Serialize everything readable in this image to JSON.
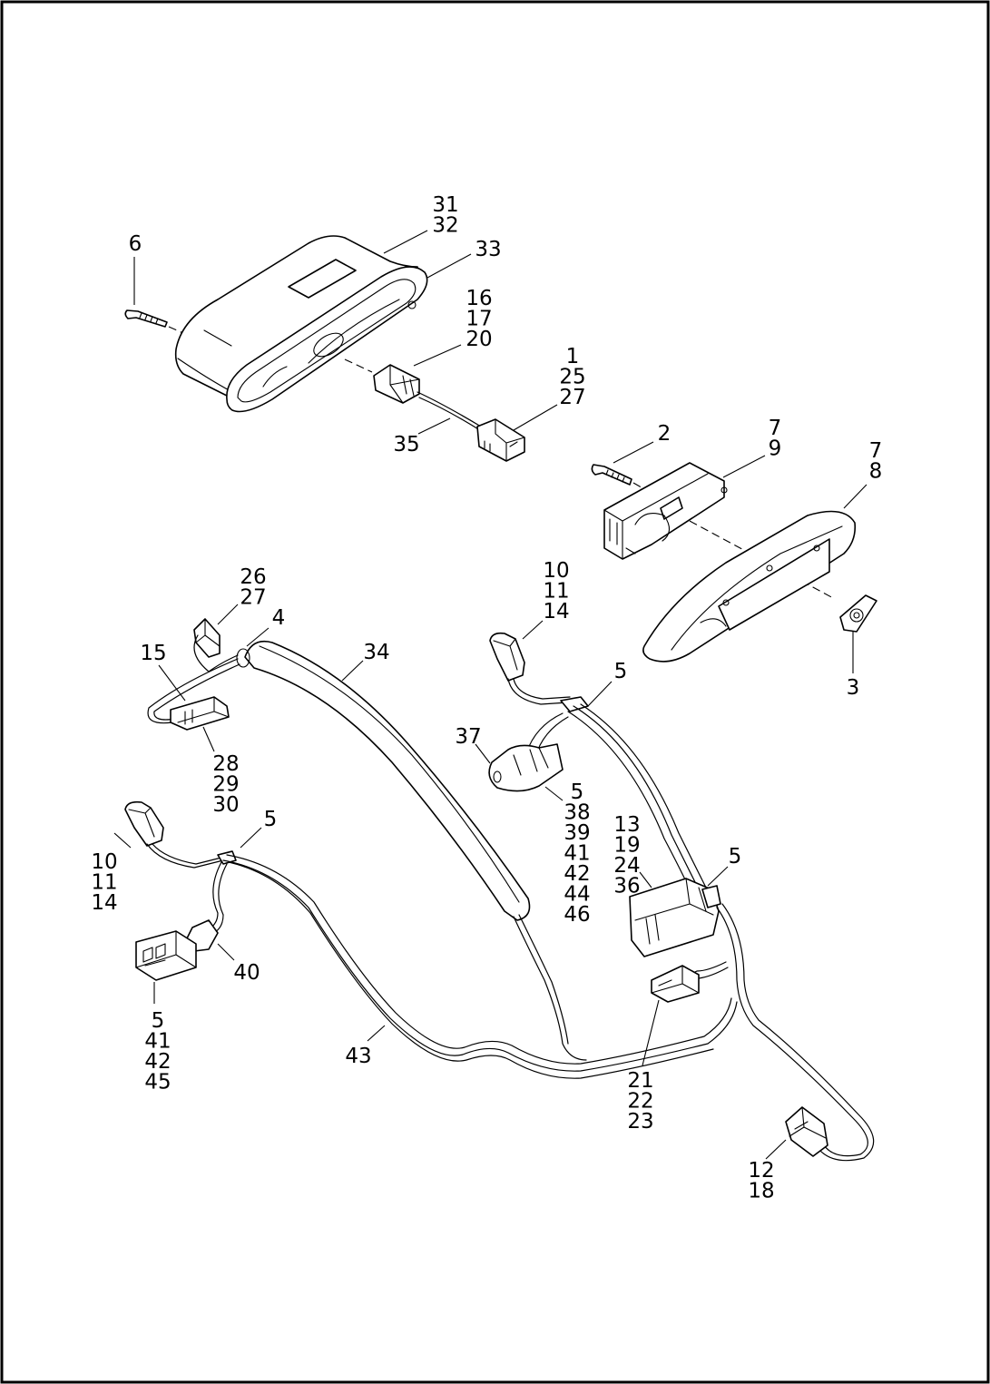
{
  "callouts": {
    "c31_32": [
      "31",
      "32"
    ],
    "c33": [
      "33"
    ],
    "c6": [
      "6"
    ],
    "c16_17_20": [
      "16",
      "17",
      "20"
    ],
    "c1_25_27": [
      "1",
      "25",
      "27"
    ],
    "c35": [
      "35"
    ],
    "c2": [
      "2"
    ],
    "c7_9": [
      "7",
      "9"
    ],
    "c7_8": [
      "7",
      "8"
    ],
    "c3": [
      "3"
    ],
    "c26_27": [
      "26",
      "27"
    ],
    "c4": [
      "4"
    ],
    "c15": [
      "15"
    ],
    "c34": [
      "34"
    ],
    "c28_29_30": [
      "28",
      "29",
      "30"
    ],
    "c10_11_14_top": [
      "10",
      "11",
      "14"
    ],
    "c5_top": [
      "5"
    ],
    "c37": [
      "37"
    ],
    "c5_38_group": [
      "5",
      "38",
      "39",
      "41",
      "42",
      "44",
      "46"
    ],
    "c13_19_24_36": [
      "13",
      "19",
      "24",
      "36"
    ],
    "c5_right": [
      "5"
    ],
    "c5_left": [
      "5"
    ],
    "c10_11_14_left": [
      "10",
      "11",
      "14"
    ],
    "c40": [
      "40"
    ],
    "c5_41_42_45": [
      "5",
      "41",
      "42",
      "45"
    ],
    "c43": [
      "43"
    ],
    "c21_22_23": [
      "21",
      "22",
      "23"
    ],
    "c12_18": [
      "12",
      "18"
    ]
  }
}
